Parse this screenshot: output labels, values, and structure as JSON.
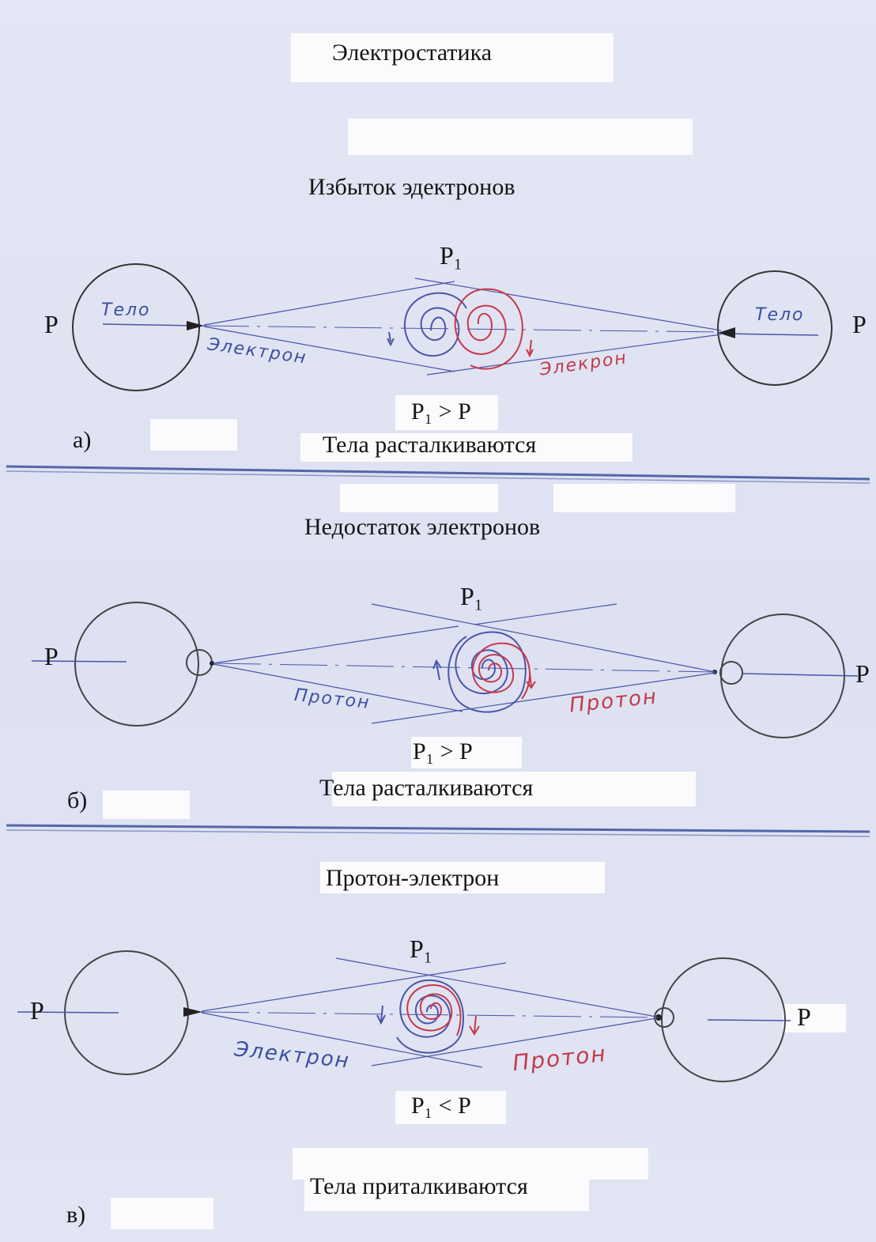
{
  "document": {
    "title": "Электростатика",
    "sections": [
      {
        "heading": "Избыток эдектронов",
        "p1_label": "P₁",
        "left_p": "P",
        "right_p": "P",
        "left_body_label": "Тело",
        "right_body_label": "Тело",
        "left_particle_label": "Электрон",
        "right_particle_label": "Элекрон",
        "formula": "P₁ > P",
        "conclusion": "Тела расталкиваются",
        "letter": "а)",
        "colors": {
          "left_vortex": "#4a55a8",
          "right_vortex": "#c8384c"
        }
      },
      {
        "heading": "Недостаток электронов",
        "p1_label": "P₁",
        "left_p": "P",
        "right_p": "P",
        "left_particle_label": "Протон",
        "right_particle_label": "Протон",
        "formula": "P₁ > P",
        "conclusion": "Тела расталкиваются",
        "letter": "б)",
        "colors": {
          "left_vortex": "#4a55a8",
          "right_vortex": "#c8384c"
        }
      },
      {
        "heading": "Протон-электрон",
        "p1_label": "P₁",
        "left_p": "P",
        "right_p": "P",
        "left_particle_label": "Электрон",
        "right_particle_label": "Протон",
        "formula": "P₁ < P",
        "conclusion": "Тела приталкиваются",
        "letter": "в)",
        "colors": {
          "left_vortex": "#4a55a8",
          "right_vortex": "#c8384c"
        }
      }
    ]
  }
}
